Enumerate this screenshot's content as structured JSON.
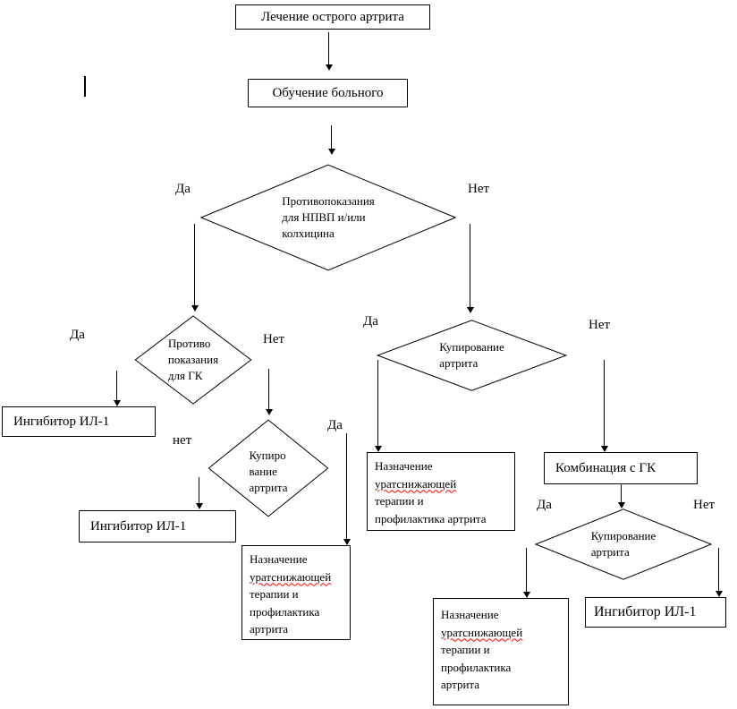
{
  "diagram": {
    "boxes": {
      "start": "Лечение острого артрита",
      "education": "Обучение больного",
      "il1_left": "Ингибитор ИЛ-1",
      "il1_mid": "Ингибитор ИЛ-1",
      "il1_right": "Ингибитор ИЛ-1",
      "combo_gc": "Комбинация с ГК"
    },
    "decisions": {
      "contra_nsaid": {
        "l1": "Противопоказания",
        "l2": "для НПВП и/или",
        "l3": "колхицина"
      },
      "contra_gc": {
        "l1": "Противо",
        "l2": "показания",
        "l3": "для ГК"
      },
      "relief_left": {
        "l1": "Купиро",
        "l2": "вание",
        "l3": "артрита"
      },
      "relief_right": {
        "l1": "Купирование",
        "l2": "артрита"
      },
      "relief_bottom": {
        "l1": "Купирование",
        "l2": "артрита"
      }
    },
    "urate_boxes": {
      "left": {
        "l1": "Назначение",
        "l2": "уратснижающей",
        "l3": "терапии и",
        "l4": "профилактика",
        "l5": "артрита"
      },
      "mid": {
        "l1": "Назначение",
        "l2": "уратснижающей",
        "l3": "терапии и",
        "l4": "профилактика артрита"
      },
      "bottom": {
        "l1": "Назначение",
        "l2": "уратснижающей",
        "l3": "терапии и",
        "l4": "профилактика",
        "l5": "артрита"
      }
    },
    "edge_labels": {
      "yes1": "Да",
      "no1": "Нет",
      "yes2": "Да",
      "no2": "Нет",
      "yes3": "Да",
      "no3": "нет",
      "yes4": "Да",
      "no4": "Нет",
      "yes5": "Да",
      "no5": "Нет"
    },
    "colors": {
      "stroke": "#000000",
      "misspell_underline": "#ff0000"
    }
  }
}
